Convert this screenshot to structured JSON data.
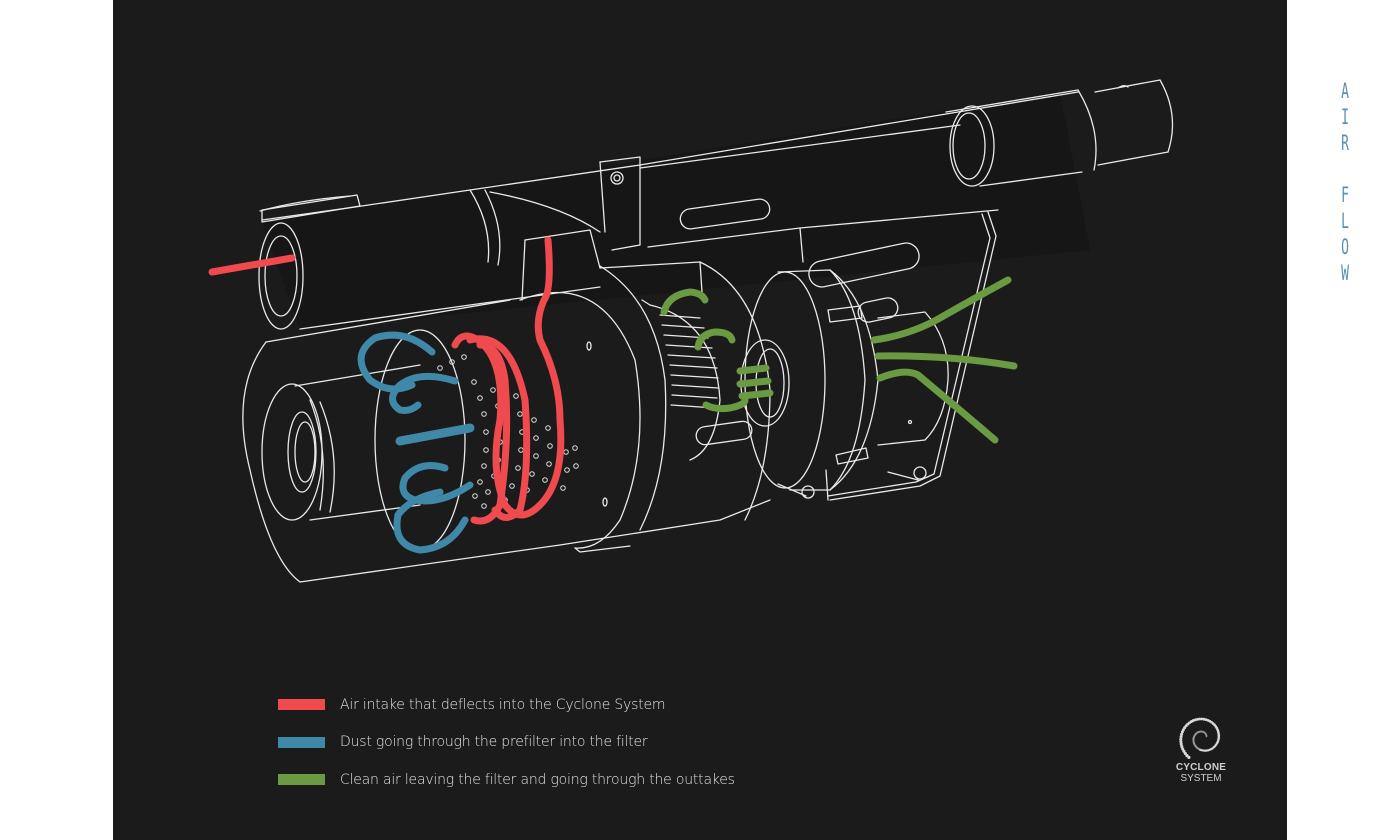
{
  "title": {
    "line1": [
      "A",
      "I",
      "R"
    ],
    "line2": [
      "F",
      "L",
      "O",
      "W"
    ],
    "color": "#5a8fae"
  },
  "diagram": {
    "subject": "vacuum cleaner cyclone system exploded line drawing",
    "flows": [
      {
        "id": "air-intake",
        "color": "#ef4a4e"
      },
      {
        "id": "dust",
        "color": "#3f88a8"
      },
      {
        "id": "clean-air",
        "color": "#6a9a42"
      }
    ]
  },
  "legend": {
    "items": [
      {
        "label": "Air intake that deflects into the Cyclone System",
        "color": "#ef4a4e"
      },
      {
        "label": "Dust going through the prefilter into the filter",
        "color": "#3f88a8"
      },
      {
        "label": "Clean air leaving the filter and going through the outtakes",
        "color": "#6a9a42"
      }
    ]
  },
  "logo": {
    "line1": "CYCLONE",
    "line2": "SYSTEM",
    "icon": "spiral-dots-icon"
  },
  "colors": {
    "background": "#1b1b1c",
    "page": "#ffffff",
    "line": "#e9e9e9"
  }
}
